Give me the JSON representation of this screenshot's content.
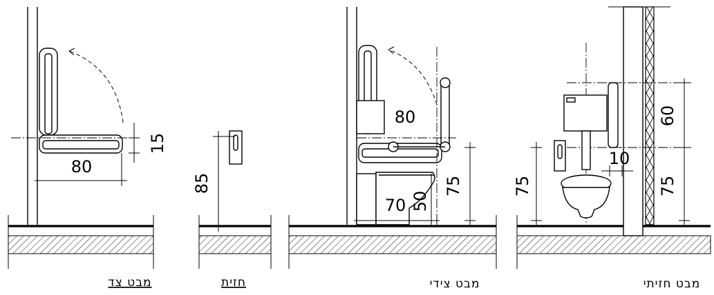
{
  "captions": {
    "side_view": "מבט צד",
    "front": "חזית",
    "side_view_2": "מבט צידי",
    "front_view": "מבט חזיתי"
  },
  "dimensions": {
    "p1_rail_offset": "15",
    "p1_rail_length": "80",
    "p2_height": "85",
    "p3_rail_length": "80",
    "p3_height": "75",
    "p3_seat_height": "50",
    "p3_depth": "70",
    "p4_height_left": "75",
    "p4_height_right": "75",
    "p4_upper": "60",
    "p4_offset": "10"
  }
}
